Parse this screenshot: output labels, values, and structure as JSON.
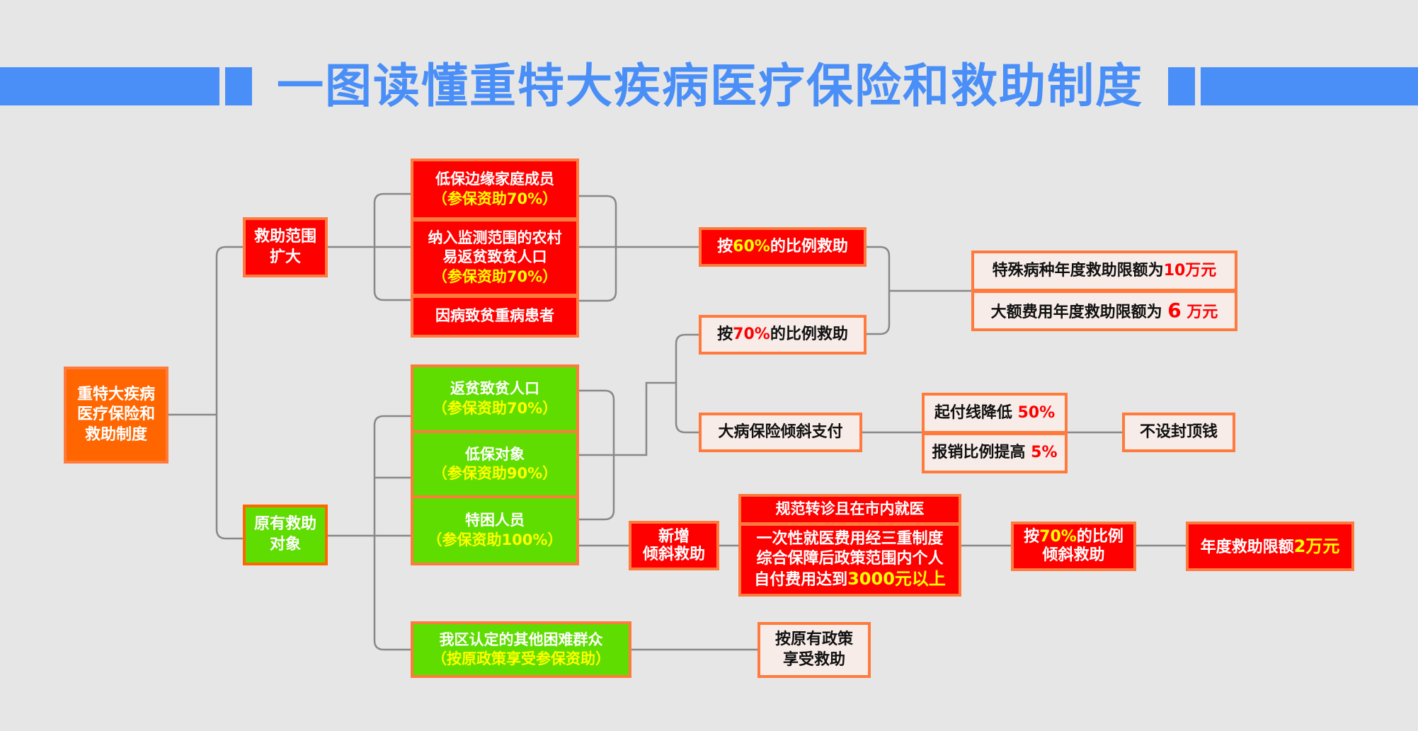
{
  "header": {
    "title": "一图读懂重特大疾病医疗保险和救助制度",
    "accent_color": "#4a8ff7"
  },
  "colors": {
    "background": "#e6e6e6",
    "red_box": "#ff0000",
    "green_box": "#5fdd00",
    "orange_box": "#ff6600",
    "light_box": "#f7ece8",
    "border": "#ff7a3d",
    "highlight_yellow": "#ffff00",
    "highlight_red": "#ff0000",
    "connector": "#888888"
  },
  "root": {
    "lines": [
      "重特大疾病",
      "医疗保险和",
      "救助制度"
    ]
  },
  "branches": {
    "expanded": {
      "lines": [
        "救助范围",
        "扩大"
      ],
      "items": [
        {
          "lines": [
            "低保边缘家庭成员"
          ],
          "note": "（参保资助70%）"
        },
        {
          "lines": [
            "纳入监测范围的农村",
            "易返贫致贫人口"
          ],
          "note": "（参保资助70%）"
        },
        {
          "lines": [
            "因病致贫重病患者"
          ],
          "note": ""
        }
      ]
    },
    "original": {
      "lines": [
        "原有救助",
        "对象"
      ],
      "items": [
        {
          "lines": [
            "返贫致贫人口"
          ],
          "note": "（参保资助70%）"
        },
        {
          "lines": [
            "低保对象"
          ],
          "note": "（参保资助90%）"
        },
        {
          "lines": [
            "特困人员"
          ],
          "note": "（参保资助100%）"
        }
      ],
      "other": {
        "line": "我区认定的其他困难群众",
        "note": "（按原政策享受参保资助）"
      }
    }
  },
  "outcomes": {
    "ratio60": {
      "prefix": "按",
      "value": "60%",
      "suffix": "的比例救助"
    },
    "ratio70": {
      "prefix": "按",
      "value": "70%",
      "suffix": "的比例救助"
    },
    "limits": [
      {
        "text": "特殊病种年度救助限额为",
        "value": "10万元"
      },
      {
        "text": "大额费用年度救助限额为",
        "value": "6",
        "unit": "万元"
      }
    ],
    "critical_insurance": "大病保险倾斜支付",
    "adjustments": [
      {
        "text": "起付线降低",
        "value": "50%"
      },
      {
        "text": "报销比例提高",
        "value": "5%"
      }
    ],
    "no_cap": "不设封顶钱",
    "new_aid": {
      "lines": [
        "新增",
        "倾斜救助"
      ]
    },
    "conditions": {
      "header": "规范转诊且在市内就医",
      "lines": [
        "一次性就医费用经三重制度",
        "综合保障后政策范围内个人"
      ],
      "last_prefix": "自付费用达到",
      "last_value": "3000元以上"
    },
    "tilt_ratio": {
      "prefix": "按",
      "value": "70%",
      "suffix": "的比例",
      "line2": "倾斜救助"
    },
    "annual_limit": {
      "text": "年度救助限额",
      "value": "2万元"
    },
    "original_policy": {
      "lines": [
        "按原有政策",
        "享受救助"
      ]
    }
  }
}
